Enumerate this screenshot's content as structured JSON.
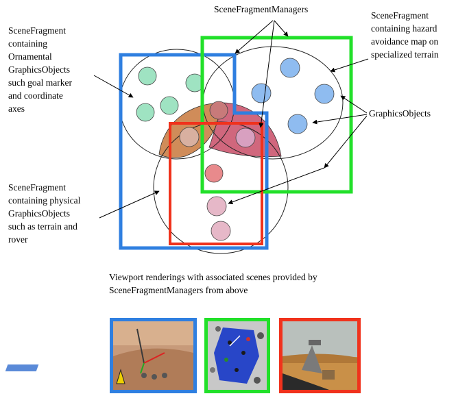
{
  "labels": {
    "top_managers": "SceneFragmentManagers",
    "ornamental": [
      "SceneFragment",
      "containing",
      "Ornamental",
      "GraphicsObjects",
      "such goal marker",
      "and coordinate",
      "axes"
    ],
    "hazard": [
      "SceneFragment",
      "containing hazard",
      "avoidance map on",
      "specialized terrain"
    ],
    "graphics_objects": "GraphicsObjects",
    "physical": [
      "SceneFragment",
      "containing physical",
      "GraphicsObjects",
      "such as terrain and",
      "rover"
    ],
    "viewport_caption": [
      "Viewport renderings with associated scenes provided by",
      "SceneFragmentManagers from above"
    ]
  },
  "colors": {
    "blue_manager": "#2f7fe0",
    "green_manager": "#22e02a",
    "red_manager": "#f0321c",
    "ornamental_object": "#9fe3c2",
    "hazard_object": "#8fbcf0",
    "physical_object": "#e6b8c8",
    "overlap_orange": "#c8783c",
    "overlap_red": "#c84c66"
  },
  "viewports": [
    {
      "name": "blue",
      "frame_color": "#2f7fe0"
    },
    {
      "name": "green",
      "frame_color": "#22e02a"
    },
    {
      "name": "red",
      "frame_color": "#f0321c"
    }
  ]
}
